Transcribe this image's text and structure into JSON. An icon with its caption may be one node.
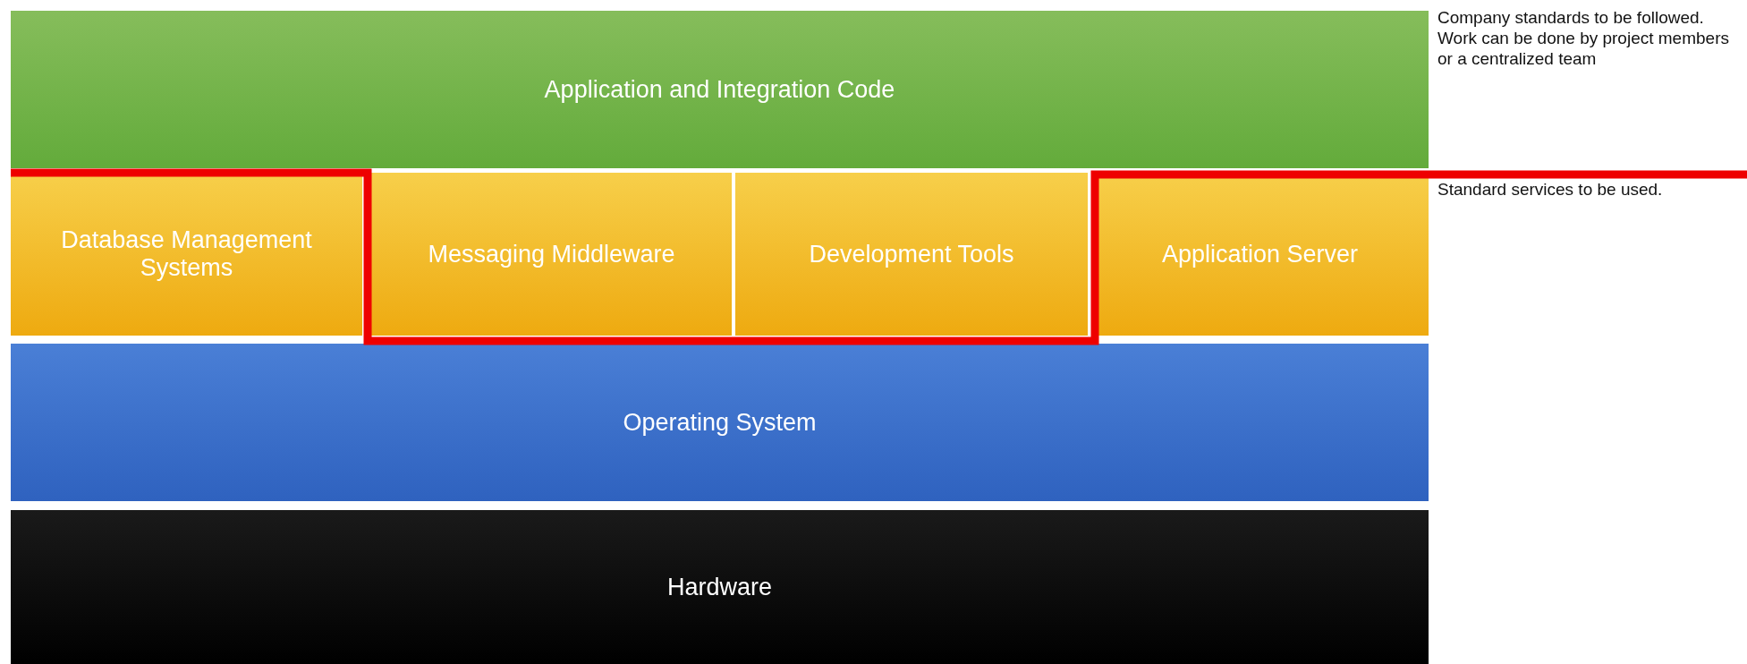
{
  "diagram": {
    "nodes": [
      {
        "text": [
          "Application and Integration Code"
        ]
      },
      {
        "text": [
          "Database Management Systems"
        ]
      },
      {
        "text": [
          "Messaging Middleware"
        ]
      },
      {
        "text": [
          "Development Tools"
        ]
      },
      {
        "text": [
          "Application Server"
        ]
      },
      {
        "text": [
          "Operating System"
        ]
      },
      {
        "text": [
          "Hardware"
        ]
      }
    ],
    "edges": [],
    "labels": [
      "Company standards to be followed. Work can be done by project members or a centralized team",
      "Standard services to be used."
    ]
  }
}
